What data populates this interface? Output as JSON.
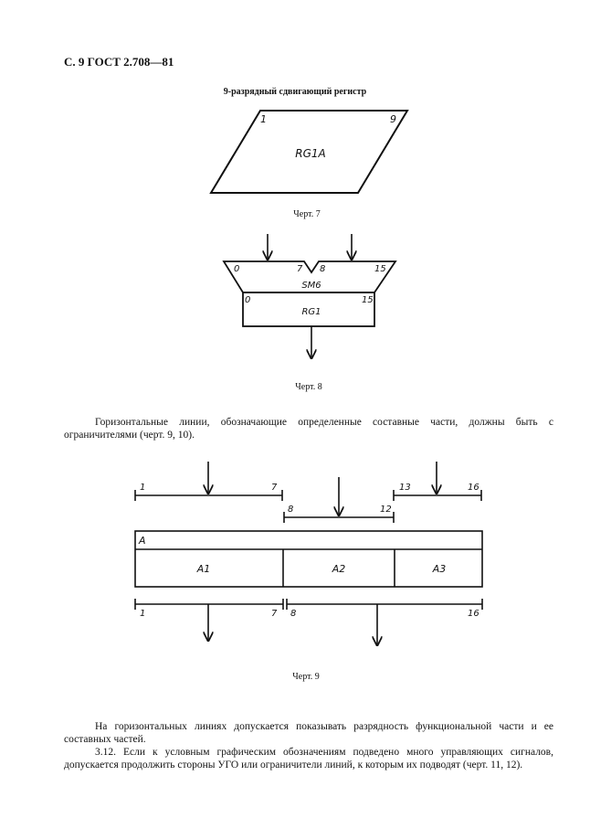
{
  "header": "С. 9 ГОСТ 2.708—81",
  "fig7": {
    "title": "9-разрядный сдвигающий регистр",
    "label_left": "1",
    "label_right": "9",
    "center": "RG1A",
    "caption": "Черт. 7"
  },
  "fig8": {
    "top_labels": [
      "0",
      "7",
      "8",
      "15"
    ],
    "sm": "SM6",
    "rg_left": "0",
    "rg_right": "15",
    "rg": "RG1",
    "caption": "Черт. 8"
  },
  "para1": "Горизонтальные линии, обозначающие определенные составные части, должны быть с ограничителями (черт. 9, 10).",
  "fig9": {
    "top_ranges": [
      [
        "1",
        "7"
      ],
      [
        "8",
        "12"
      ],
      [
        "13",
        "16"
      ]
    ],
    "header_cell": "A",
    "cells": [
      "A1",
      "A2",
      "A3"
    ],
    "bottom_ranges": [
      [
        "1",
        "7"
      ],
      [
        "8",
        "16"
      ]
    ],
    "caption": "Черт. 9"
  },
  "para2": "На горизонтальных линиях допускается показывать разрядность функциональной части и ее составных частей.",
  "para3": "3.12. Если к условным графическим обозначениям подведено много управляющих сигналов, допускается продолжить стороны УГО или ограничители линий, к которым их подводят (черт. 11, 12)."
}
